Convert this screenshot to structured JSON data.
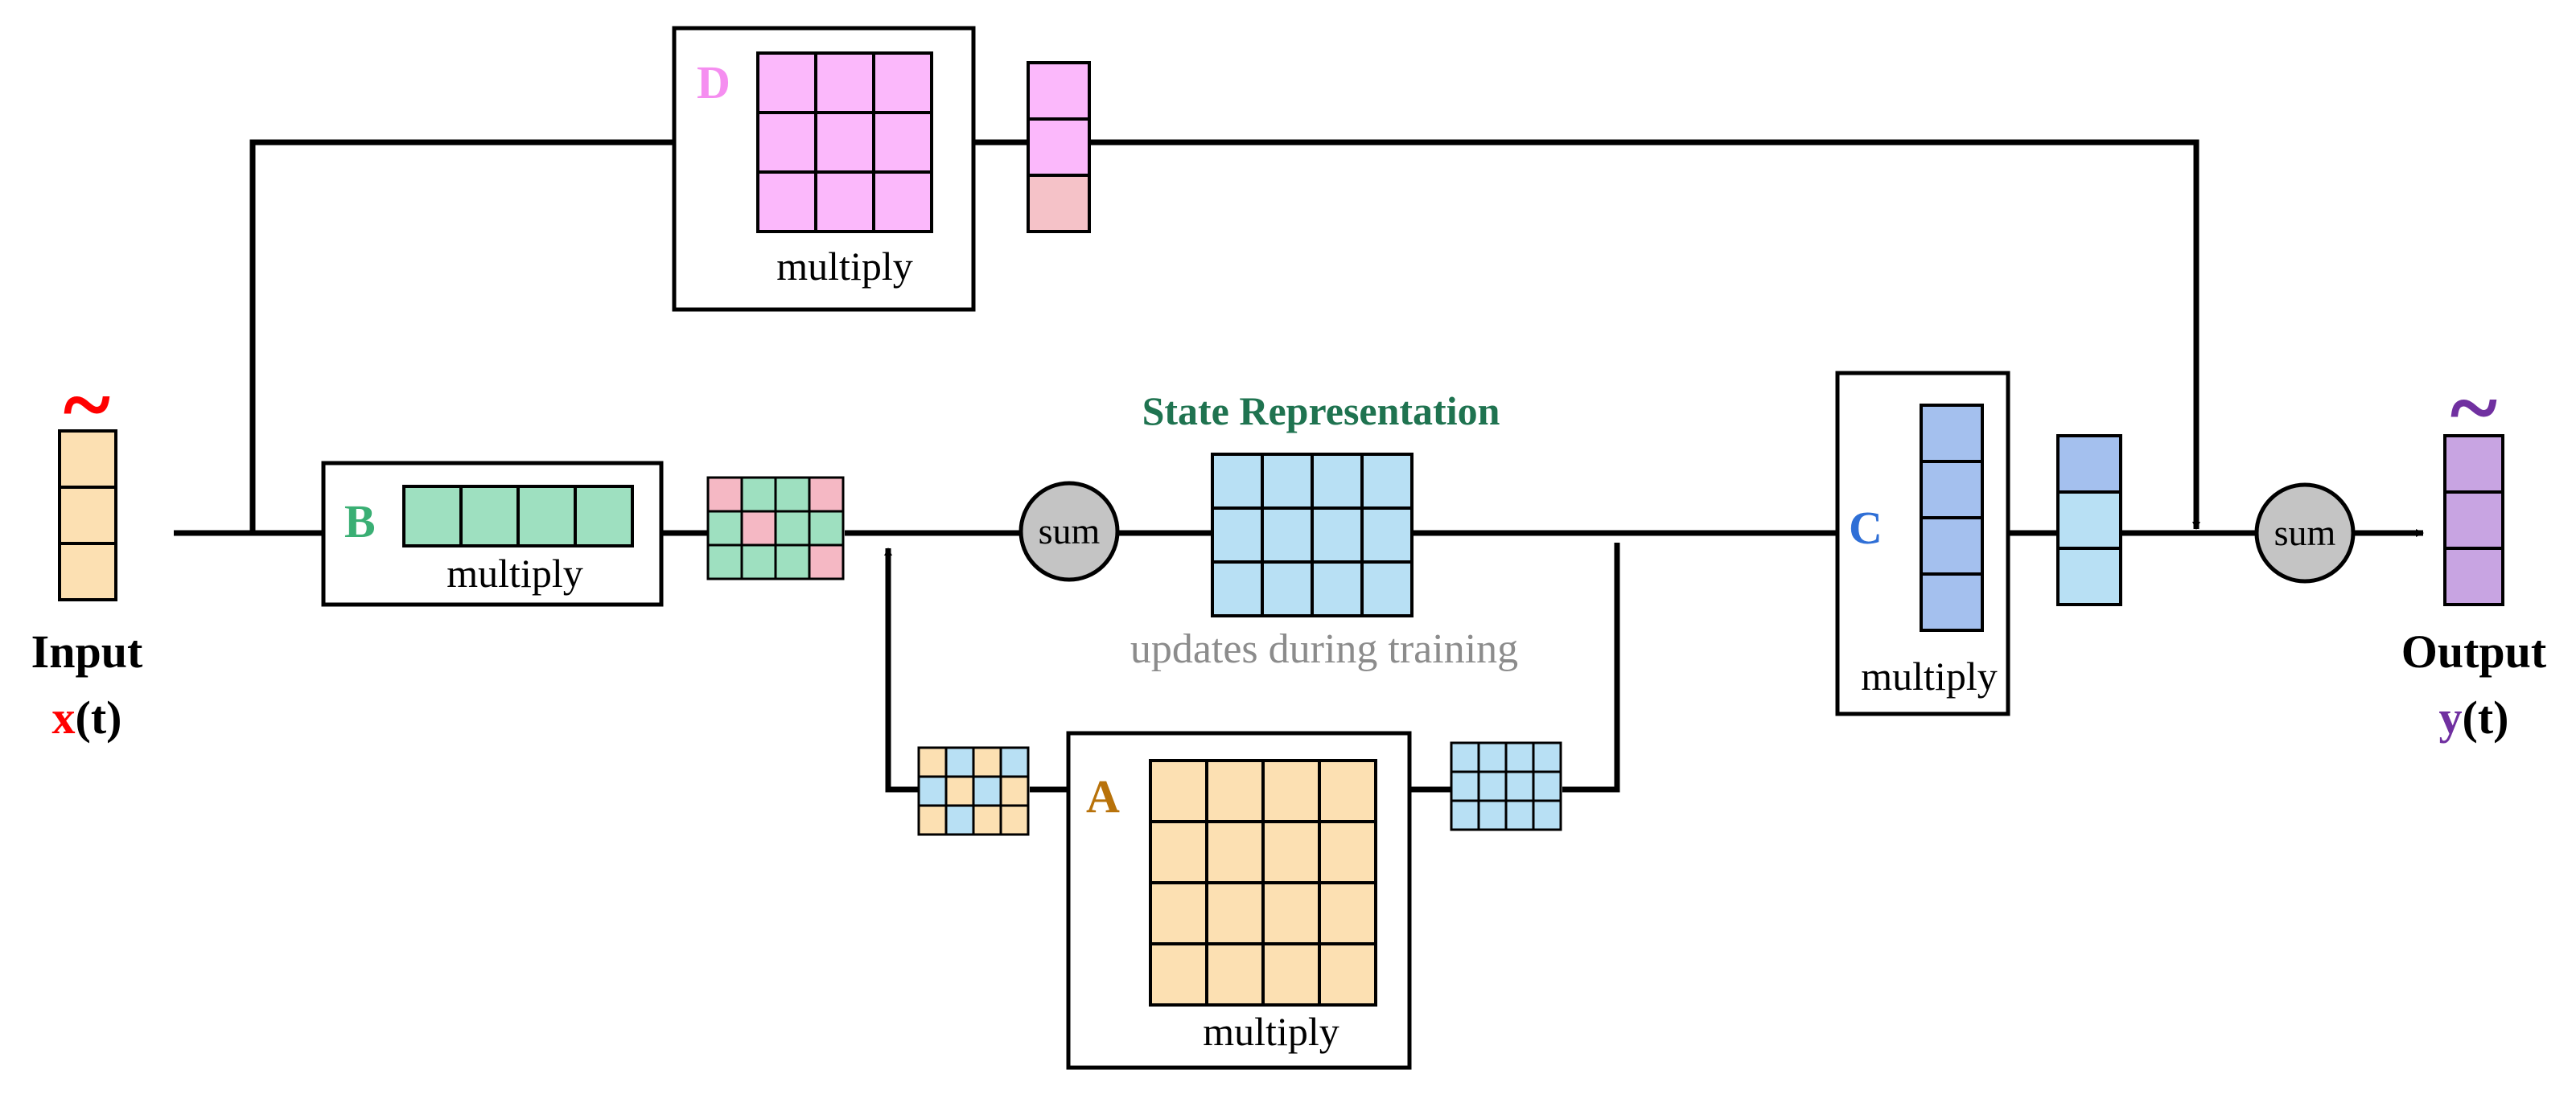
{
  "input": {
    "tilde": "~",
    "label": "Input",
    "signal_name": "x",
    "signal_arg": "(t)"
  },
  "output": {
    "tilde": "~",
    "label": "Output",
    "signal_name": "y",
    "signal_arg": "(t)"
  },
  "state": {
    "title": "State Representation",
    "caption": "updates during training"
  },
  "blocks": {
    "A": {
      "letter": "A",
      "op": "multiply"
    },
    "B": {
      "letter": "B",
      "op": "multiply"
    },
    "C": {
      "letter": "C",
      "op": "multiply"
    },
    "D": {
      "letter": "D",
      "op": "multiply"
    }
  },
  "sum_nodes": {
    "inner": "sum",
    "outer": "sum"
  },
  "colors": {
    "ink": "#000000",
    "input_cell": "#fce0b2",
    "output_cell": "#c8a4e2",
    "b_cell": "#9ee0c0",
    "d_cell": "#fbb8fb",
    "d_pink": "#f5c2c8",
    "state_cell": "#b8e0f4",
    "a_cell": "#fce0b2",
    "c_cell": "#a4c0ee",
    "c_out_top": "#a4c0ee",
    "c_out_rest": "#b8e0f4",
    "mix_pink": "#f5b8c4",
    "sum_fill": "#c4c4c4",
    "letter_input": "#ff0000",
    "letter_output": "#7030a0",
    "letter_A": "#b8720a",
    "letter_B": "#3aaf74",
    "letter_C": "#2f6fd6",
    "letter_D": "#f58ef0",
    "state_title": "#1f7350",
    "caption": "#8c8c8c"
  }
}
